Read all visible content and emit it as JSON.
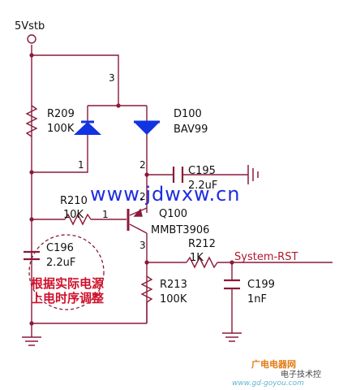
{
  "rail": {
    "label": "5Vstb"
  },
  "r209": {
    "ref": "R209",
    "value": "100K"
  },
  "d100": {
    "ref": "D100",
    "value": "BAV99",
    "pins": [
      "3",
      "1",
      "2"
    ]
  },
  "c195": {
    "ref": "C195",
    "value": "2.2uF"
  },
  "r210": {
    "ref": "R210",
    "value": "10K",
    "pin": "1"
  },
  "q100": {
    "ref": "Q100",
    "value": "MMBT3906",
    "pins": [
      "2",
      "3"
    ]
  },
  "r212": {
    "ref": "R212",
    "value": "1K"
  },
  "net": {
    "label": "System-RST"
  },
  "c196": {
    "ref": "C196",
    "value": "2.2uF"
  },
  "r213": {
    "ref": "R213",
    "value": "100K"
  },
  "c199": {
    "ref": "C199",
    "value": "1nF"
  },
  "annotation": {
    "line1": "根据实际电源",
    "line2": "上电时序调整"
  },
  "watermark": {
    "url": "www.jdwxw.cn",
    "site": "广电电器网",
    "account": "电子技术控",
    "domain": "www.gd-goyou.com"
  },
  "colors": {
    "wire": "#8a1a3a",
    "diode": "#1233e0",
    "net": "#b0172b",
    "annotation": "#d0102a",
    "url": "#1f2de0"
  }
}
